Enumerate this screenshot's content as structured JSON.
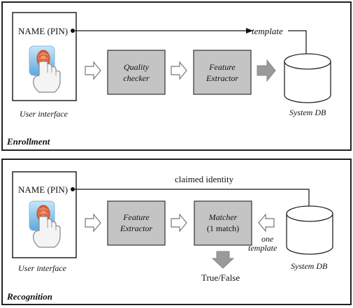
{
  "enrollment": {
    "section_label": "Enrollment",
    "name_pin": "NAME (PIN)",
    "template_label": "template",
    "box1_line1": "Quality",
    "box1_line2": "checker",
    "box2_line1": "Feature",
    "box2_line2": "Extractor",
    "ui_caption": "User interface",
    "db_caption": "System DB"
  },
  "recognition": {
    "section_label": "Recognition",
    "name_pin": "NAME (PIN)",
    "claimed_label": "claimed identity",
    "box1_line1": "Feature",
    "box1_line2": "Extractor",
    "box2_line1": "Matcher",
    "box2_line2": "(1 match)",
    "one_label": "one",
    "template_label": "template",
    "result_label": "True/False",
    "ui_caption": "User interface",
    "db_caption": "System DB"
  },
  "colors": {
    "box_fill": "#c4c4c4",
    "panel_border": "#222222",
    "arrow_fill": "#9a9a9a",
    "finger_orange": "#e0653a"
  }
}
